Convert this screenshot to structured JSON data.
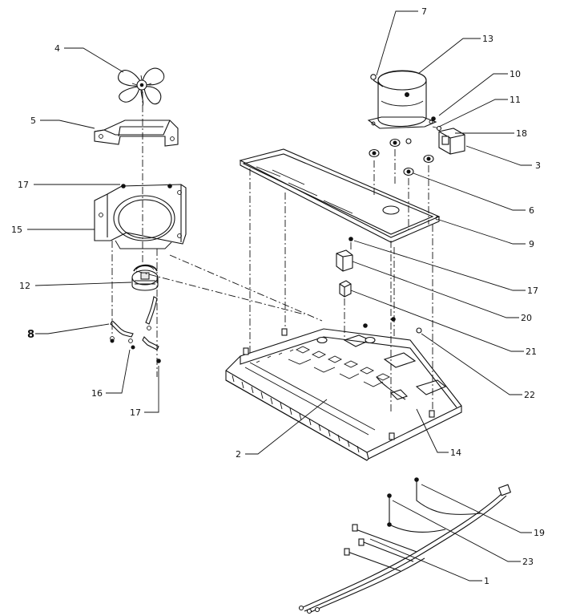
{
  "callouts": [
    {
      "id": "c1",
      "text": "1"
    },
    {
      "id": "c2",
      "text": "2"
    },
    {
      "id": "c3",
      "text": "3"
    },
    {
      "id": "c4",
      "text": "4"
    },
    {
      "id": "c5",
      "text": "5"
    },
    {
      "id": "c6",
      "text": "6"
    },
    {
      "id": "c7",
      "text": "7"
    },
    {
      "id": "c8",
      "text": "8"
    },
    {
      "id": "c9",
      "text": "9"
    },
    {
      "id": "c10",
      "text": "10"
    },
    {
      "id": "c11",
      "text": "11"
    },
    {
      "id": "c12",
      "text": "12"
    },
    {
      "id": "c13",
      "text": "13"
    },
    {
      "id": "c14",
      "text": "14"
    },
    {
      "id": "c15",
      "text": "15"
    },
    {
      "id": "c16",
      "text": "16"
    },
    {
      "id": "c17a",
      "text": "17"
    },
    {
      "id": "c17b",
      "text": "17"
    },
    {
      "id": "c17c",
      "text": "17"
    },
    {
      "id": "c18",
      "text": "18"
    },
    {
      "id": "c19",
      "text": "19"
    },
    {
      "id": "c20",
      "text": "20"
    },
    {
      "id": "c21",
      "text": "21"
    },
    {
      "id": "c22",
      "text": "22"
    },
    {
      "id": "c23",
      "text": "23"
    }
  ]
}
